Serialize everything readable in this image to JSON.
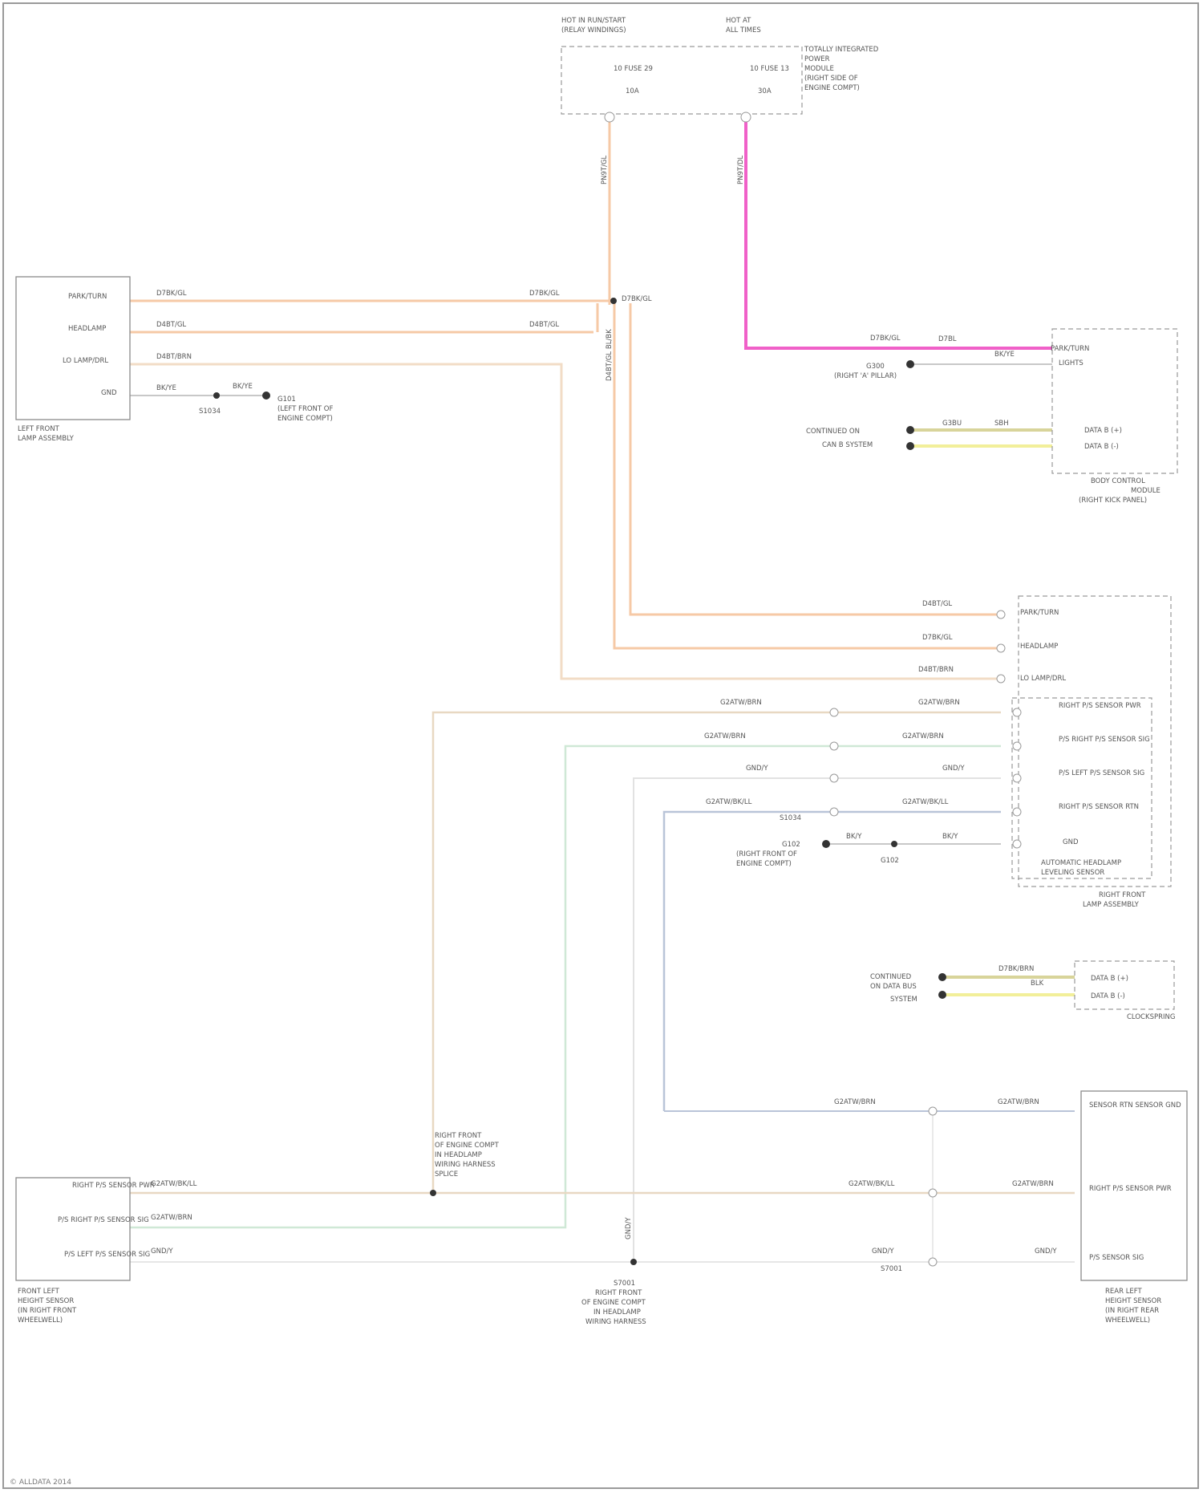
{
  "footer": {
    "copyright": "© ALLDATA 2014"
  },
  "components": {
    "relay_top_left": [
      "HOT IN RUN/START",
      "(RELAY WINDINGS)"
    ],
    "relay_top_right": [
      "HOT AT",
      "ALL TIMES"
    ],
    "tipm": [
      "TOTALLY INTEGRATED",
      "POWER",
      "MODULE",
      "(RIGHT SIDE OF",
      "ENGINE COMPT)"
    ],
    "tipm_fuse_left": [
      "10 FUSE 29",
      "10A"
    ],
    "tipm_fuse_right": [
      "10 FUSE 13",
      "30A"
    ],
    "left_lamp": [
      "LEFT FRONT",
      "LAMP ASSEMBLY"
    ],
    "left_lamp_pins": [
      "PARK/TURN",
      "HEADLAMP",
      "LO LAMP/DRL",
      "GND"
    ],
    "left_ground": [
      "G101",
      "(LEFT FRONT OF",
      "ENGINE COMPT)"
    ],
    "right_lamp": [
      "RIGHT FRONT",
      "LAMP ASSEMBLY"
    ],
    "right_lamp_pins": [
      "PARK/TURN",
      "HEADLAMP",
      "LO LAMP/DRL"
    ],
    "sensor_pins": [
      "RIGHT P/S SENSOR PWR",
      "P/S RIGHT P/S SENSOR SIG",
      "P/S LEFT P/S SENSOR SIG",
      "RIGHT P/S SENSOR RTN",
      "GND"
    ],
    "sensor_assy": [
      "AUTOMATIC HEADLAMP",
      "LEVELING SENSOR"
    ],
    "right_ground": [
      "G102",
      "(RIGHT FRONT OF",
      "ENGINE COMPT)"
    ],
    "body_controller": [
      "BODY CONTROL",
      "MODULE",
      "(RIGHT KICK PANEL)"
    ],
    "bcm_pins": [
      "PARK/TURN",
      "LIGHTS",
      "DATA B (+)",
      "DATA B (-)"
    ],
    "bcm_ground": [
      "G300",
      "(RIGHT 'A' PILLAR)"
    ],
    "bcm_data": [
      "CONTINUED ON",
      "CAN B SYSTEM"
    ],
    "clock_spring": "CLOCKSPRING",
    "clock_pins": [
      "DATA B (+)",
      "DATA B (-)"
    ],
    "clock_data": [
      "CONTINUED",
      "ON DATA BUS",
      "SYSTEM"
    ],
    "left_sensor": [
      "FRONT LEFT",
      "HEIGHT SENSOR",
      "(IN RIGHT FRONT",
      "WHEELWELL)"
    ],
    "left_sensor_pins": [
      "RIGHT P/S SENSOR PWR",
      "P/S RIGHT P/S SENSOR SIG",
      "P/S LEFT P/S SENSOR SIG"
    ],
    "right_sensor": [
      "REAR LEFT",
      "HEIGHT SENSOR",
      "(IN RIGHT REAR",
      "WHEELWELL)"
    ],
    "right_sensor_pins": [
      "SENSOR RTN SENSOR GND",
      "RIGHT P/S SENSOR PWR",
      "P/S SENSOR SIG"
    ],
    "splice_left": [
      "RIGHT FRONT",
      "OF ENGINE COMPT",
      "IN HEADLAMP",
      "WIRING HARNESS",
      "SPLICE"
    ],
    "splice_bottom": [
      "S7001",
      "RIGHT FRONT",
      "OF ENGINE COMPT",
      "IN HEADLAMP",
      "WIRING HARNESS"
    ]
  },
  "wires": {
    "tipm_out_left": "PN9T/GL",
    "tipm_out_right": "PN9T/DL",
    "l1": "D7BK/GL",
    "l2": "D4BT/GL",
    "l3": "D4BT/BRN",
    "l4": "BK/YE",
    "l4b": "BK/YE",
    "splice_main": "D7BK/GL",
    "splice_label": "S1034",
    "vertical_pair": "D4BT/GL BL/BK",
    "rf1": "D4BT/GL",
    "rf2": "D7BK/GL",
    "rf3": "D4BT/BRN",
    "s1": "G2ATW/BRN",
    "s2": "G2ATW/BRN",
    "s3": "G2ATW/BRN",
    "s4": "G2ATW/BRN",
    "s5": "GND/Y",
    "s6": "GND/Y",
    "s7": "G2ATW/BK/LL",
    "s8": "G2ATW/BK/LL",
    "s9": "BK/Y",
    "s10": "BK/Y",
    "splice_mid": "S1034",
    "gnd_left": "G102",
    "bcm1": "D7BK/GL",
    "bcm1b": "D7BL",
    "bcm2": "BK/YE",
    "bcm3": "G3BU",
    "bcm4": "SBH",
    "bcm5": "D7BL",
    "cs1": "D7BK/BRN",
    "cs2": "BLK",
    "b1": "G2ATW/BK/LL",
    "b2": "G2ATW/BK/LL",
    "b3": "G2ATW/BRN",
    "b4": "G2ATW/BRN",
    "b5": "GND/Y",
    "b6": "GND/Y",
    "b7": "G2ATW/BRN",
    "b8": "G2ATW/BRN",
    "b9": "GND/Y",
    "splice_b": "S7001",
    "vert_b": "GND/Y"
  },
  "colors": {
    "orange_wire": "#f6c9a6",
    "pink_wire": "#f060c8",
    "yellow_wire": "#f2ef9a",
    "green_wire": "#cfe8d6",
    "blue_wire": "#b9c4d8",
    "tan_wire": "#f2dcc6",
    "gray_wire": "#c8c8c8"
  }
}
